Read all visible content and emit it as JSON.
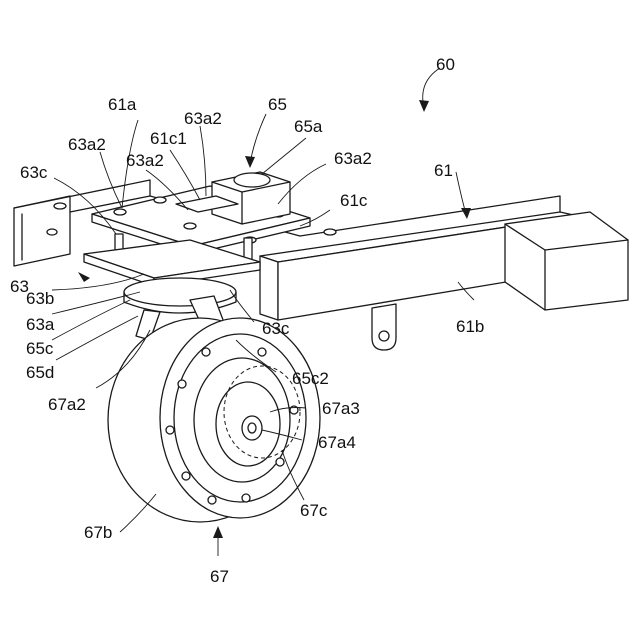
{
  "figure": {
    "labels": {
      "l60": "60",
      "l61a": "61a",
      "l63a2_top": "63a2",
      "l65": "65",
      "l65a": "65a",
      "l63a2_left": "63a2",
      "l61c1": "61c1",
      "l63a2_mid": "63a2",
      "l63a2_right": "63a2",
      "l63c_top": "63c",
      "l61c": "61c",
      "l61": "61",
      "l63": "63",
      "l63b": "63b",
      "l63a": "63a",
      "l65c": "65c",
      "l65d": "65d",
      "l63c_low": "63c",
      "l61b": "61b",
      "l65c2": "65c2",
      "l67a2": "67a2",
      "l67a3": "67a3",
      "l67a4": "67a4",
      "l67c": "67c",
      "l67b": "67b",
      "l67": "67"
    }
  }
}
